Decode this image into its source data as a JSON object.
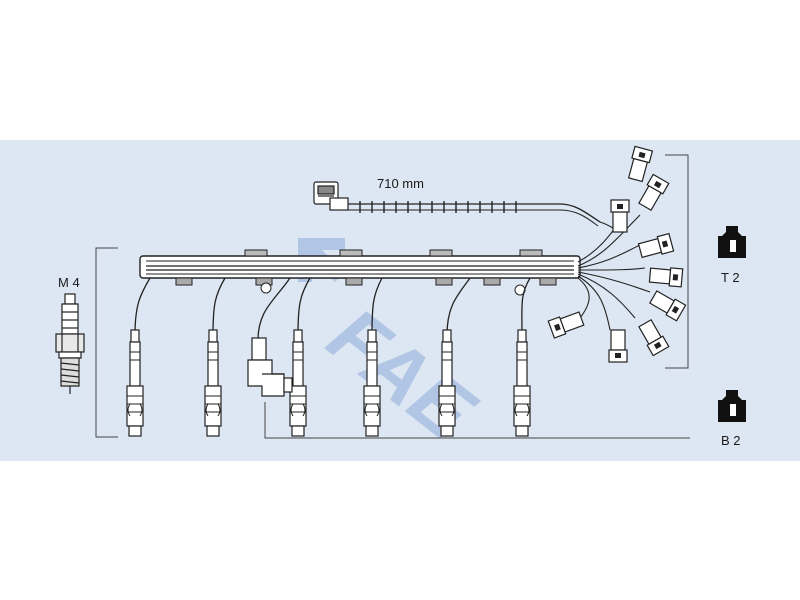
{
  "diagram": {
    "cable_length_label": "710 mm",
    "spark_plug_label": "M 4",
    "terminal_top_label": "T 2",
    "terminal_bottom_label": "B 2",
    "watermark_text": "FAE",
    "colors": {
      "background": "#dde7f3",
      "line": "#2a2a2a",
      "watermark": "#7d9ed2"
    },
    "icons": [
      "spark-plug-icon",
      "terminal-t2-icon",
      "terminal-b2-icon",
      "connector-icon",
      "ignition-cable-set-icon"
    ]
  }
}
